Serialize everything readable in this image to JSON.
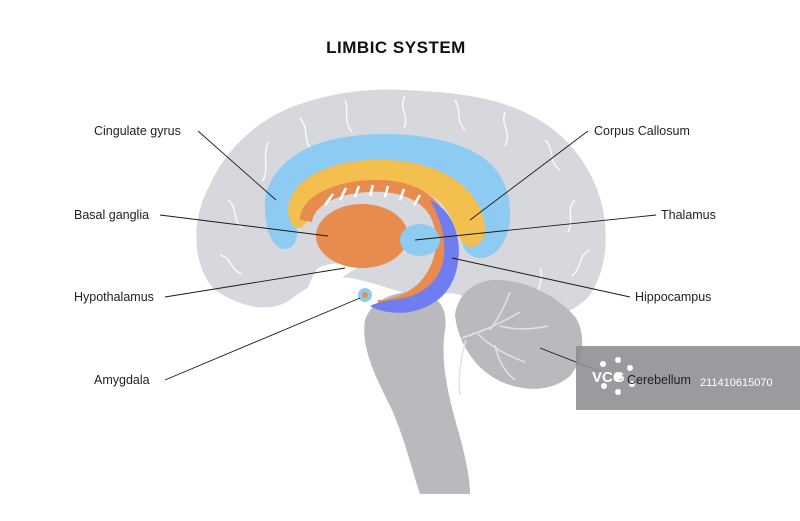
{
  "title": "LIMBIC SYSTEM",
  "labels": {
    "cingulate_gyrus": "Cingulate gyrus",
    "corpus_callosum": "Corpus Callosum",
    "basal_ganglia": "Basal ganglia",
    "thalamus": "Thalamus",
    "hypothalamus": "Hypothalamus",
    "hippocampus": "Hippocampus",
    "amygdala": "Amygdala",
    "cerebellum": "Cerebellum"
  },
  "watermark": {
    "logo": "VCG",
    "id": "211410615070"
  },
  "colors": {
    "cortex": "#d7d8dd",
    "brainstem": "#b9babe",
    "cingulate": "#8ecbf2",
    "corpus_callosum": "#f3c04f",
    "basal_ganglia": "#e88b4f",
    "thalamus": "#8ecbf2",
    "hippocampus": "#6f7df0",
    "fornix": "#e88b4f"
  }
}
